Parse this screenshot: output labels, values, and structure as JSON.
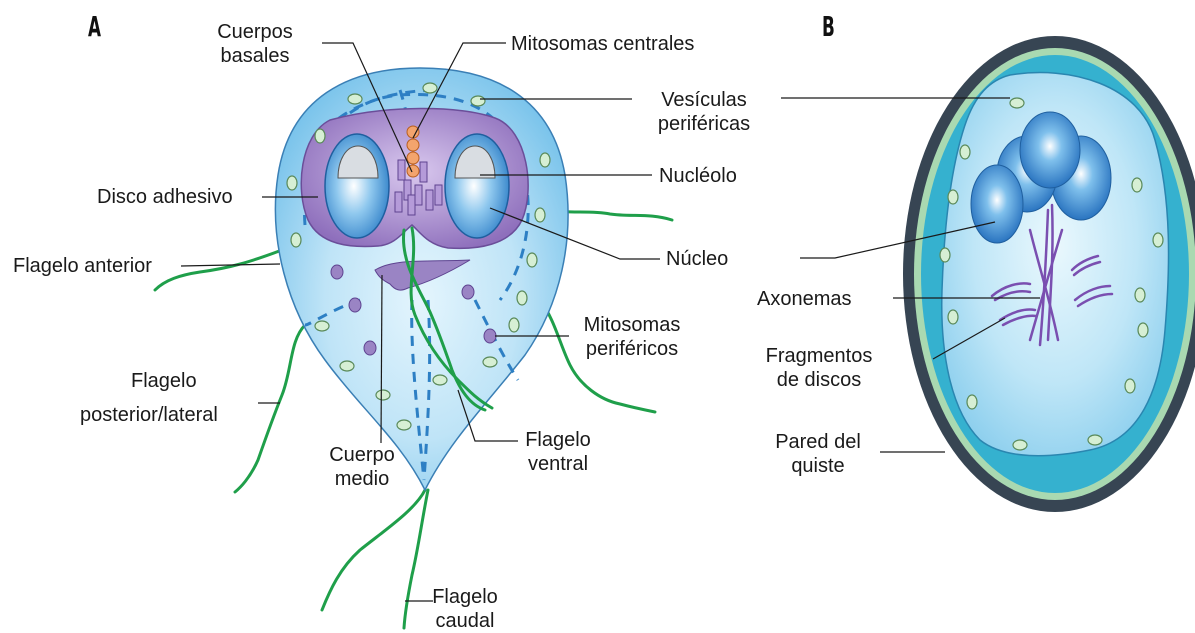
{
  "panels": {
    "a": "A",
    "b": "B"
  },
  "trophozoite": {
    "cuerpos_basales": [
      "Cuerpos",
      "basales"
    ],
    "mitosomas_centrales": "Mitosomas centrales",
    "vesiculas": [
      "Vesículas",
      "periféricas"
    ],
    "nucleolo": "Nucléolo",
    "disco": "Disco adhesivo",
    "nucleo": "Núcleo",
    "flagelo_anterior": "Flagelo anterior",
    "mitosomas_perifericos": [
      "Mitosomas",
      "periféricos"
    ],
    "flagelo_posterior": [
      "Flagelo",
      "posterior/lateral"
    ],
    "flagelo_ventral": [
      "Flagelo",
      "ventral"
    ],
    "cuerpo_medio": [
      "Cuerpo",
      "medio"
    ],
    "flagelo_caudal": [
      "Flagelo",
      "caudal"
    ]
  },
  "cyst": {
    "axonemas": "Axonemas",
    "fragmentos": [
      "Fragmentos",
      "de discos"
    ],
    "pared": [
      "Pared del",
      "quiste"
    ]
  },
  "colors": {
    "cell": "#8ecfee",
    "cell_light": "#d4eefb",
    "disc": "#9f86c6",
    "nucleus": "#3f95d4",
    "flagellum": "#1f9f4a",
    "vesicle": "#d6efd4",
    "mitosome": "#9a84c4",
    "basal": "#f0a070",
    "cyst_wall": "#374553",
    "cyst_inner_ring": "#a9d9b1"
  }
}
